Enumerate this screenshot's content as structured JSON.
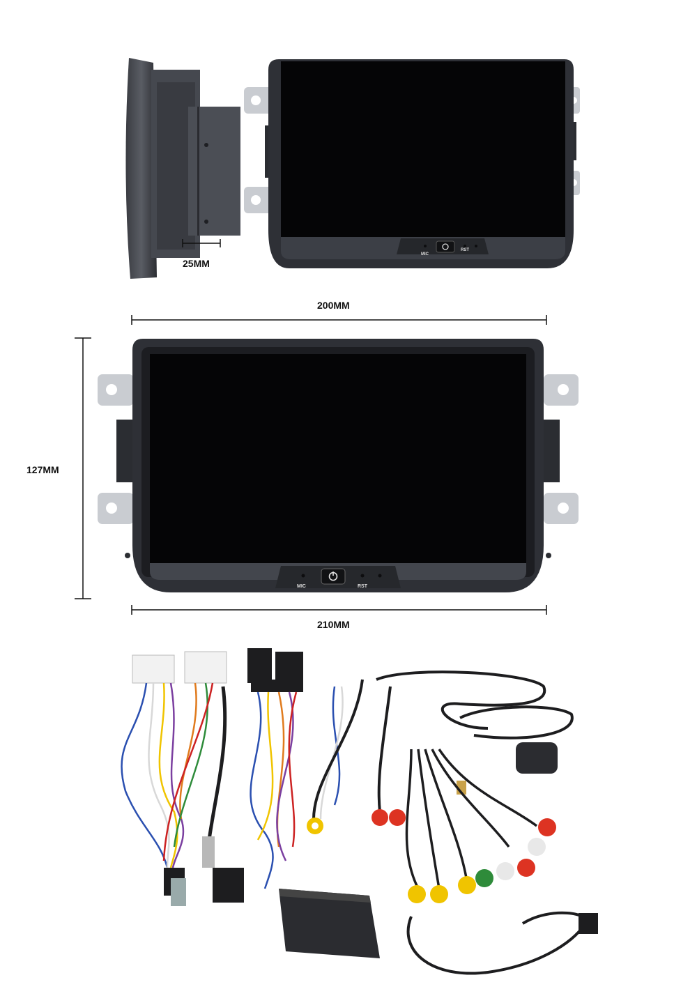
{
  "dimensions": {
    "depth": "25MM",
    "top_width": "200MM",
    "height": "127MM",
    "bottom_width": "210MM"
  },
  "device": {
    "mic_label": "MIC",
    "rst_label": "RST",
    "power_icon": "power-icon"
  },
  "colors": {
    "bezel": "#2e3036",
    "screen": "#050506",
    "bracket": "#c9ccd1",
    "background": "#ffffff"
  }
}
